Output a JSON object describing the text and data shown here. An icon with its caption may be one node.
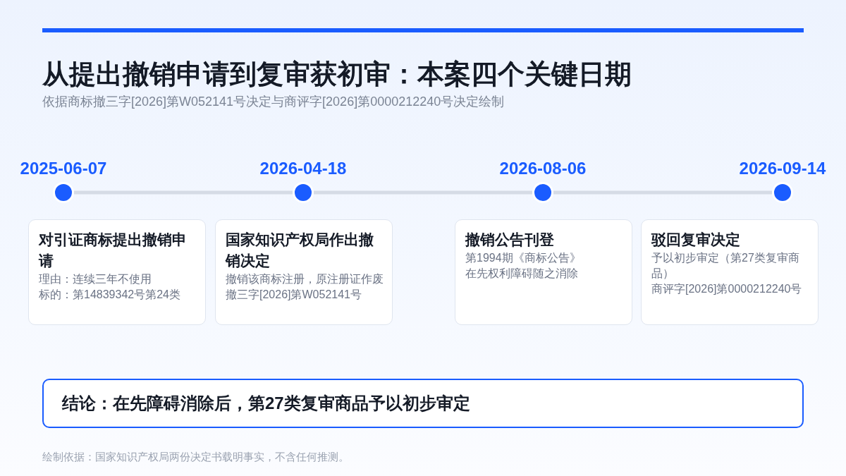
{
  "diagram": {
    "title": "从提出撤销申请到复审获初审：本案四个关键日期",
    "nodes": [
      {
        "text": [],
        "shape": "circle",
        "beside": [
          "2025-06-07"
        ]
      },
      {
        "text": [],
        "shape": "circle",
        "beside": [
          "2026-04-18"
        ]
      },
      {
        "text": [],
        "shape": "circle",
        "beside": [
          "2026-08-06"
        ]
      },
      {
        "text": [],
        "shape": "circle",
        "beside": [
          "2026-09-14"
        ]
      },
      {
        "text": [
          "对引证商标提出撤销申请",
          "理由：连续三年不使用",
          "标的：第14839342号第24类"
        ]
      },
      {
        "text": [
          "国家知识产权局作出撤销决定",
          "撤销该商标注册，原注册证作废",
          "撤三字[2026]第W052141号"
        ]
      },
      {
        "text": [
          "撤销公告刊登",
          "第1994期《商标公告》",
          "在先权利障碍随之消除"
        ]
      },
      {
        "text": [
          "驳回复审决定",
          "予以初步审定（第27类复审商品）",
          "商评字[2026]第0000212240号"
        ]
      },
      {
        "text": [
          "结论：在先障碍消除后，第27类复审商品予以初步审定"
        ]
      }
    ],
    "edges": [
      {
        "from": 0,
        "to": 1,
        "arrow": "none"
      },
      {
        "from": 1,
        "to": 2,
        "arrow": "none"
      },
      {
        "from": 2,
        "to": 3,
        "arrow": "none"
      }
    ],
    "labels": [
      "依据商标撤三字[2026]第W052141号决定与商评字[2026]第0000212240号决定绘制",
      "绘制依据：国家知识产权局两份决定书载明事实，不含任何推测。"
    ]
  }
}
